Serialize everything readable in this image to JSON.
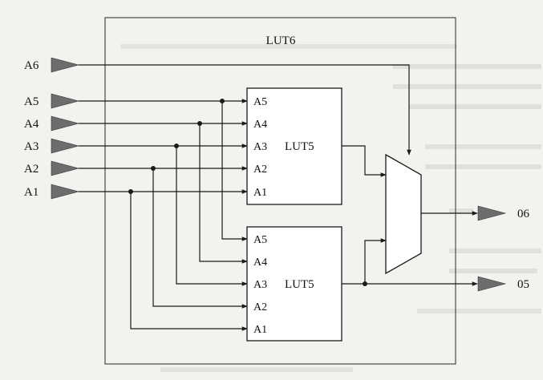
{
  "outer_block": {
    "label": "LUT6"
  },
  "inputs": [
    "A6",
    "A5",
    "A4",
    "A3",
    "A2",
    "A1"
  ],
  "lut_upper": {
    "label": "LUT5",
    "pins": [
      "A5",
      "A4",
      "A3",
      "A2",
      "A1"
    ]
  },
  "lut_lower": {
    "label": "LUT5",
    "pins": [
      "A5",
      "A4",
      "A3",
      "A2",
      "A1"
    ]
  },
  "outputs": [
    "06",
    "05"
  ],
  "colors": {
    "wire": "#1a1a1a",
    "port": "#6d6d6d",
    "box_fill": "#ffffff",
    "background": "#f3f2ee"
  }
}
